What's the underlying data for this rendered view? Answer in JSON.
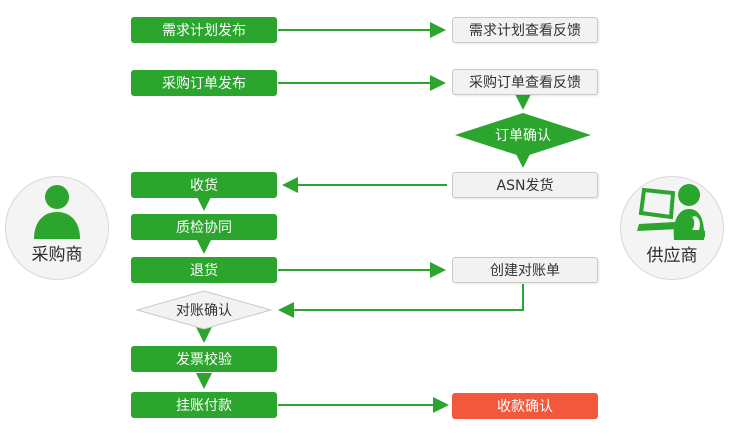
{
  "colors": {
    "green": "#2ba52e",
    "red": "#f2583c",
    "light_fill": "#f2f2f2",
    "light_border": "#c9c9c9"
  },
  "actors": {
    "purchaser": {
      "label": "采购商"
    },
    "supplier": {
      "label": "供应商"
    }
  },
  "nodes": {
    "demand_plan_release": "需求计划发布",
    "demand_plan_feedback": "需求计划查看反馈",
    "po_release": "采购订单发布",
    "po_feedback": "采购订单查看反馈",
    "order_confirm": "订单确认",
    "receive_goods": "收货",
    "asn_shipping": "ASN发货",
    "quality_inspection": "质检协同",
    "return_goods": "退货",
    "create_statement": "创建对账单",
    "reconcile_confirm": "对账确认",
    "invoice_verification": "发票校验",
    "payment_on_account": "挂账付款",
    "receipt_confirm": "收款确认"
  }
}
